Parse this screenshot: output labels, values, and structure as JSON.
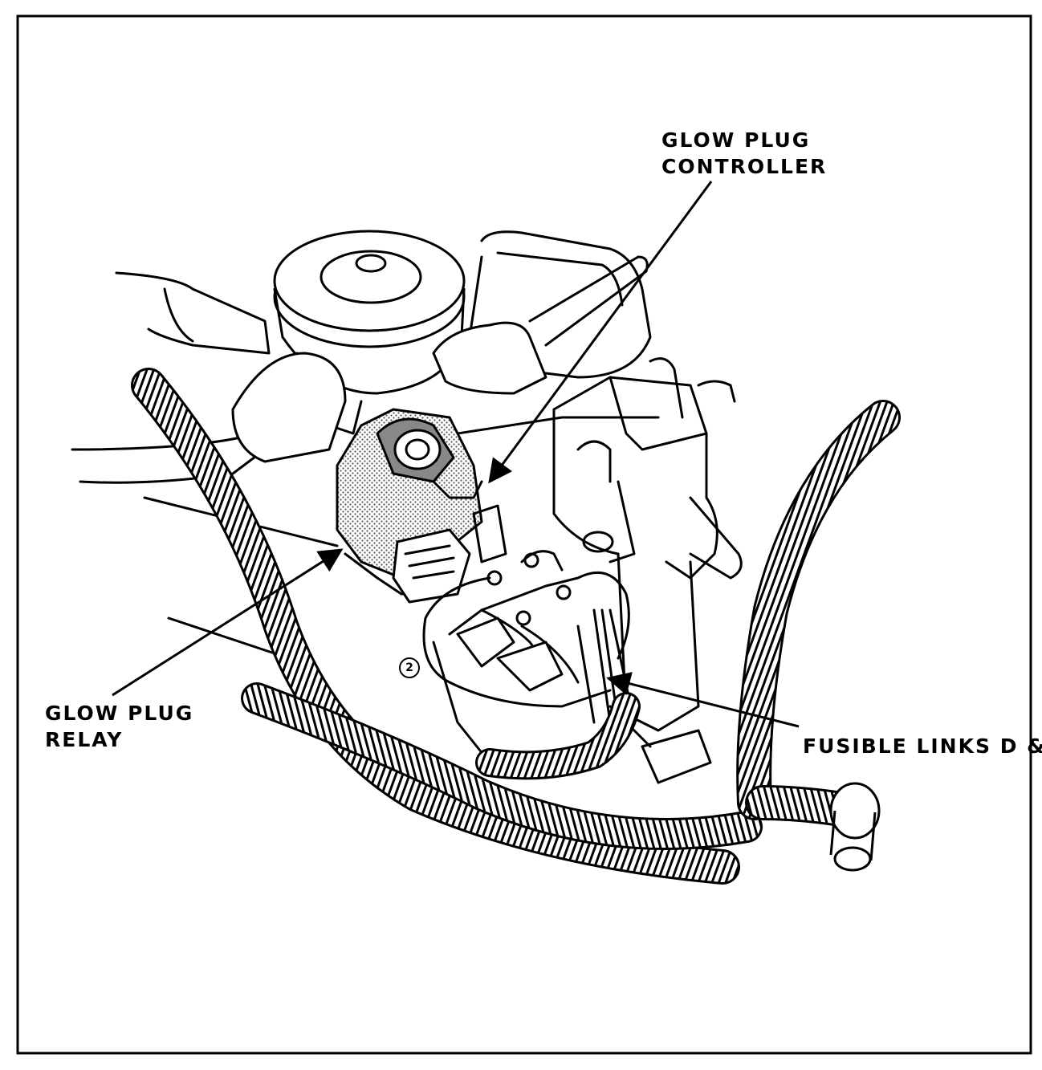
{
  "colors": {
    "ink": "#000000",
    "paper": "#ffffff",
    "shade": "#9a9a9a"
  },
  "labels": {
    "controller": [
      "GLOW PLUG",
      "CONTROLLER"
    ],
    "relay": [
      "GLOW PLUG",
      "RELAY"
    ],
    "fusible": "FUSIBLE LINKS D & E"
  },
  "item_number": "2"
}
